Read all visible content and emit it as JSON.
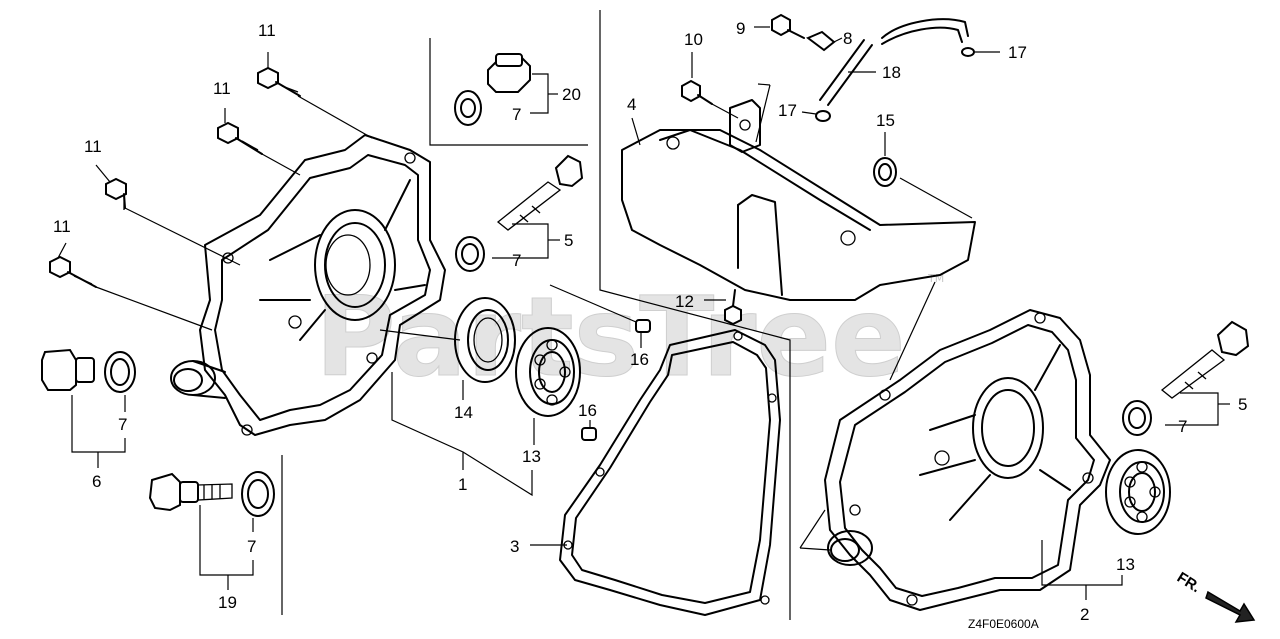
{
  "diagram": {
    "drawing_code": "Z4F0E0600A",
    "watermark": "PartsTree",
    "watermark_tm": "TM",
    "direction_label": "FR."
  },
  "callouts": {
    "c1": "1",
    "c2": "2",
    "c3": "3",
    "c4": "4",
    "c5a": "5",
    "c5b": "5",
    "c6": "6",
    "c7a": "7",
    "c7b": "7",
    "c7c": "7",
    "c7d": "7",
    "c7e": "7",
    "c8": "8",
    "c9": "9",
    "c10": "10",
    "c11a": "11",
    "c11b": "11",
    "c11c": "11",
    "c11d": "11",
    "c12": "12",
    "c13a": "13",
    "c13b": "13",
    "c14": "14",
    "c15": "15",
    "c16a": "16",
    "c16b": "16",
    "c17a": "17",
    "c17b": "17",
    "c18": "18",
    "c19": "19",
    "c20": "20"
  }
}
